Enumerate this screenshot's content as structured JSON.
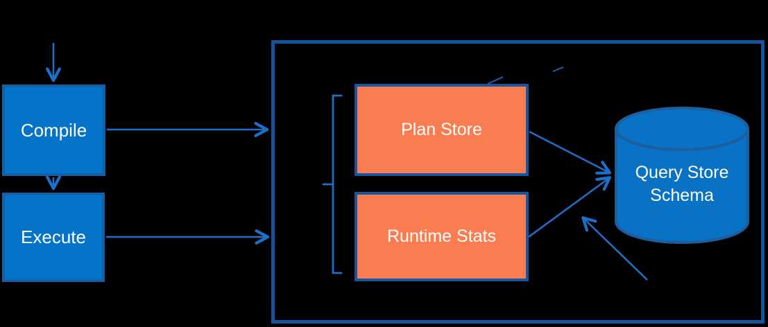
{
  "diagram": {
    "nodes": {
      "compile": {
        "label": "Compile"
      },
      "execute": {
        "label": "Execute"
      },
      "plan_store": {
        "label": "Plan Store"
      },
      "runtime_stats": {
        "label": "Runtime Stats"
      },
      "query_store_schema": {
        "label": "Query Store Schema"
      }
    },
    "edges": [
      {
        "from": "external-top",
        "to": "compile"
      },
      {
        "from": "compile",
        "to": "execute"
      },
      {
        "from": "compile",
        "to": "query-store-container"
      },
      {
        "from": "execute",
        "to": "query-store-container"
      },
      {
        "from": "plan_store",
        "to": "query_store_schema"
      },
      {
        "from": "runtime_stats",
        "to": "query_store_schema"
      },
      {
        "from": "lower-right",
        "to": "query_store_schema"
      }
    ],
    "colors": {
      "background": "#000000",
      "process_box_fill": "#0573c7",
      "process_box_border": "#1160a8",
      "store_box_fill": "#fa7d51",
      "store_box_border": "#17579e",
      "container_border": "#14549c",
      "cylinder_fill": "#0a72c4",
      "cylinder_border": "#1c5f9e",
      "arrow": "#1d70c8",
      "text": "#ffffff"
    }
  }
}
